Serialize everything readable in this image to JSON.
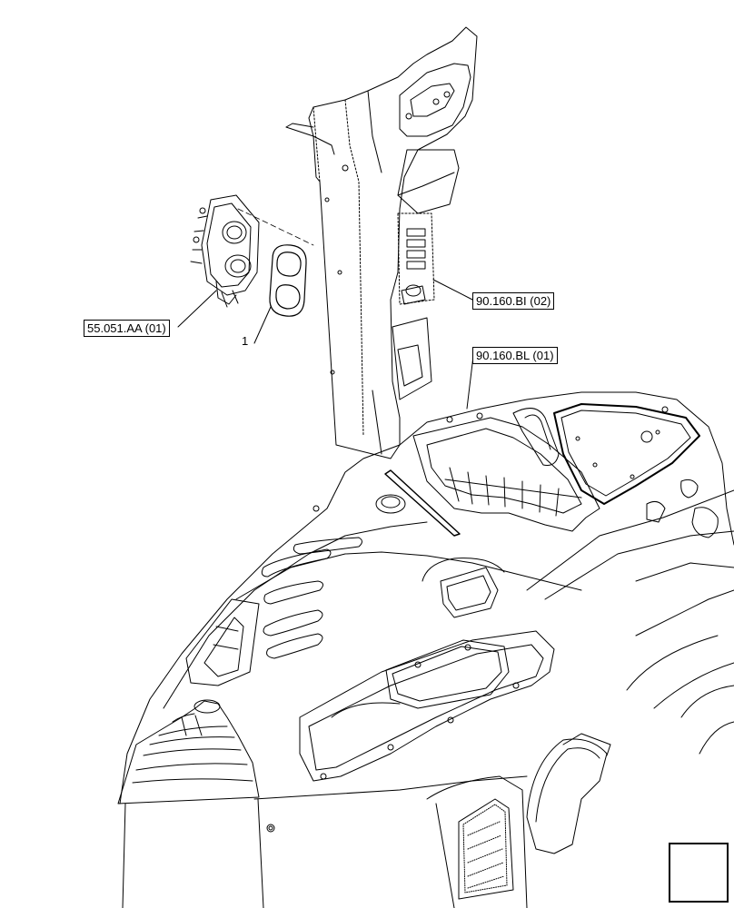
{
  "diagram": {
    "callouts": [
      {
        "id": "switch",
        "text": "55.051.AA (01)"
      },
      {
        "id": "pillar",
        "text": "90.160.BI (02)"
      },
      {
        "id": "console",
        "text": "90.160.BL (01)"
      }
    ],
    "item_number": "1",
    "nav_icon": "next-page-arrow-icon"
  }
}
